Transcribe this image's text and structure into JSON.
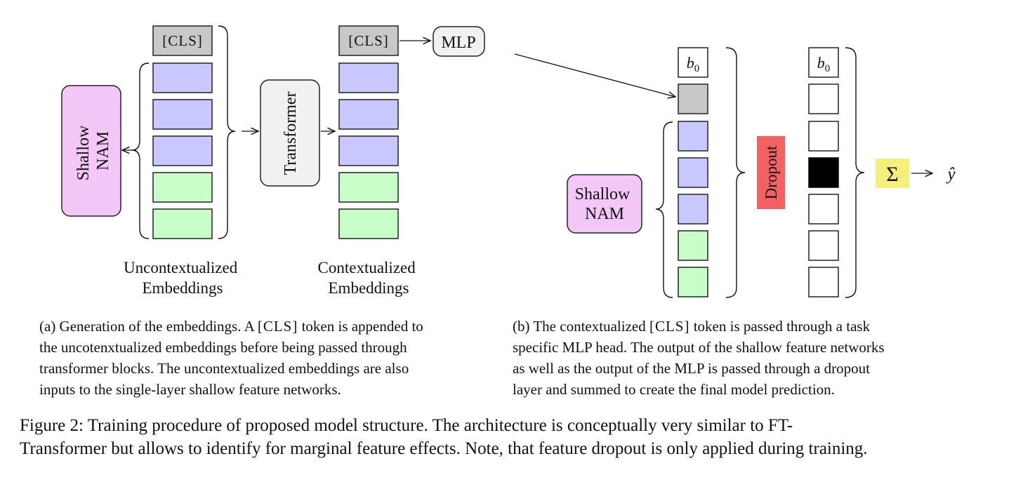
{
  "diagram": {
    "cls_label": "[CLS]",
    "mlp_label": "MLP",
    "transformer_label": "Transformer",
    "shallow_nam_line1": "Shallow",
    "shallow_nam_line2": "NAM",
    "uncontextualized_line1": "Uncontextualized",
    "uncontextualized_line2": "Embeddings",
    "contextualized_line1": "Contextualized",
    "contextualized_line2": "Embeddings",
    "bias_label": "b",
    "bias_subscript": "0",
    "dropout_label": "Dropout",
    "sum_symbol": "Σ",
    "output_symbol": "ŷ",
    "colors": {
      "cls_token": "#c8c8c8",
      "numeric_embedding": "#c8c8ff",
      "categorical_embedding": "#c8ffc8",
      "shallow_nam": "#f3c8f8",
      "transformer": "#f1f1f1",
      "dropout": "#f26262",
      "sum": "#f5f07a",
      "dropped_unit": "#000000"
    }
  },
  "captions": {
    "a": {
      "lines": [
        {
          "pre": "(a) Generation of the embeddings. A ",
          "token": "[CLS]",
          "post": " token is appended to"
        },
        {
          "pre": "the uncotenxtualized embeddings before being passed through",
          "token": "",
          "post": ""
        },
        {
          "pre": "transformer blocks. The uncontextualized embeddings are also",
          "token": "",
          "post": ""
        },
        {
          "pre": "inputs to the single-layer shallow feature networks.",
          "token": "",
          "post": ""
        }
      ]
    },
    "b": {
      "lines": [
        {
          "pre": "(b) The contextualized ",
          "token": "[CLS]",
          "post": " token is passed through a task"
        },
        {
          "pre": "specific MLP head. The output of the shallow feature networks",
          "token": "",
          "post": ""
        },
        {
          "pre": "as well as the output of the MLP is passed through a dropout",
          "token": "",
          "post": ""
        },
        {
          "pre": "layer and summed to create the final model prediction.",
          "token": "",
          "post": ""
        }
      ]
    }
  },
  "figure_caption": {
    "line1": "Figure 2: Training procedure of proposed model structure.  The architecture is conceptually very similar to FT-",
    "line2": "Transformer but allows to identify for marginal feature effects. Note, that feature dropout is only applied during training."
  }
}
